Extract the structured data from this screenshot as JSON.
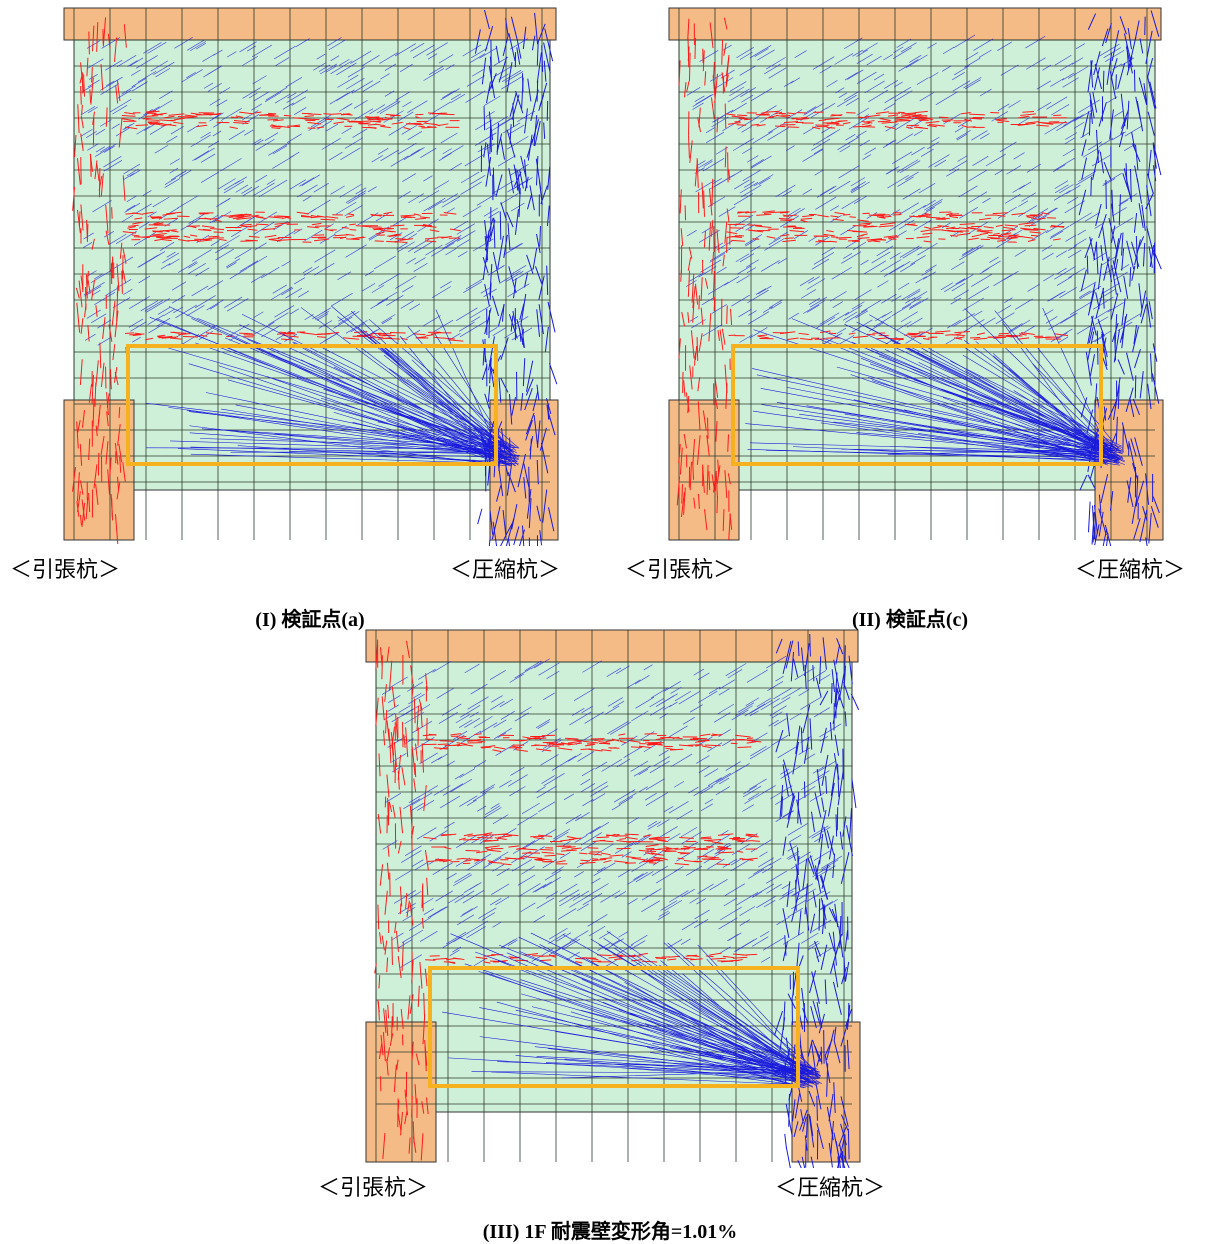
{
  "colors": {
    "slab": "#f4bb86",
    "wall_fill": "#cff0d8",
    "grid_line": "#2b3a2e",
    "tension": "#ff1a1a",
    "compression": "#1a1adc",
    "highlight_box": "#f5b21e"
  },
  "legend_icons": [
    "tension-stress-lines",
    "compression-stress-lines"
  ],
  "panels": [
    {
      "caption": "(I)  検証点(a)",
      "tension_pile_label": "＜引張杭＞",
      "compression_pile_label": "＜圧縮杭＞"
    },
    {
      "caption": "(II)  検証点(c)",
      "tension_pile_label": "＜引張杭＞",
      "compression_pile_label": "＜圧縮杭＞"
    },
    {
      "caption": "(III) 1F 耐震壁変形角=1.01%",
      "tension_pile_label": "＜引張杭＞",
      "compression_pile_label": "＜圧縮杭＞"
    }
  ]
}
